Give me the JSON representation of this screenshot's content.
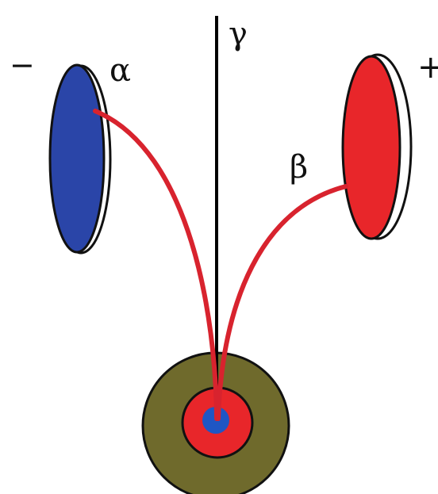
{
  "labels": {
    "alpha": "α",
    "beta": "β",
    "gamma": "γ",
    "negative": "−",
    "positive": "+"
  },
  "colors": {
    "background": "#ffffff",
    "negative_plate": "#2a45a8",
    "positive_plate": "#e8262a",
    "ray_path": "#d8232e",
    "gamma_path": "#000000",
    "shield_outer": "#6f6a2c",
    "shield_middle": "#e8262a",
    "source_core": "#1f56c4",
    "outline": "#111111"
  }
}
